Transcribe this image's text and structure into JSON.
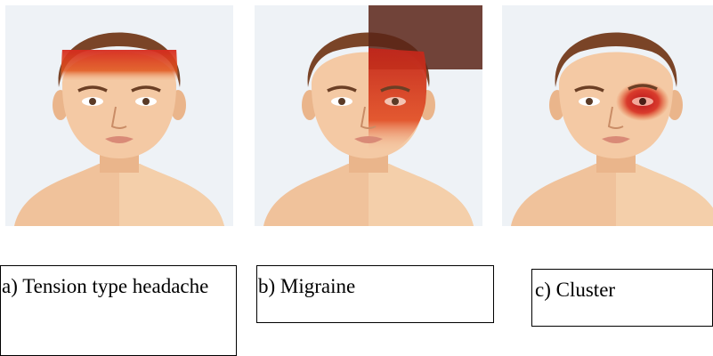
{
  "figure": {
    "panels": [
      {
        "id": "a",
        "caption": "a) Tension type headache",
        "pain_region": "forehead-band",
        "pain_color": "#d62b1f"
      },
      {
        "id": "b",
        "caption": "b) Migraine",
        "pain_region": "left-half-of-head",
        "pain_color": "#d62b1f"
      },
      {
        "id": "c",
        "caption": "c) Cluster",
        "pain_region": "around-left-eye",
        "pain_color": "#d62b1f"
      }
    ],
    "colors": {
      "background": "#eef2f6",
      "skin": "#f4c9a4",
      "skin_shadow": "#e9b387",
      "hair": "#7a4427",
      "pain": "#d62b1f"
    }
  }
}
